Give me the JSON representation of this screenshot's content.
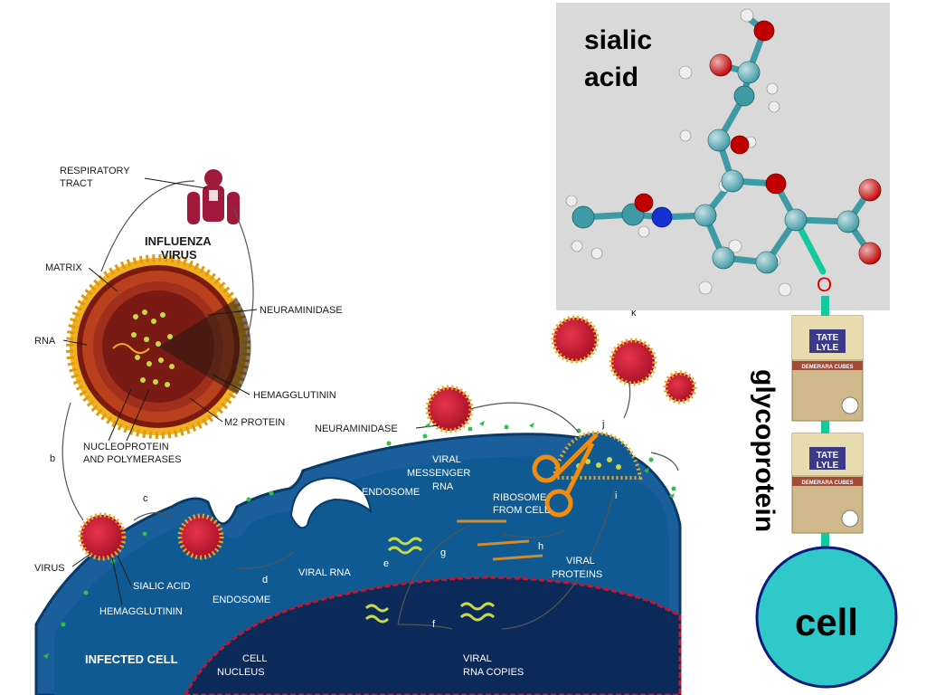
{
  "colors": {
    "cell_blue": "#0f5a93",
    "nucleus_navy": "#0b2a5a",
    "nucleus_border": "#c4172c",
    "virus_red": "#c8102e",
    "spike_orange": "#f0a820",
    "molecule_panel": "#d9d9d9",
    "carbon": "#3e9aa4",
    "oxygen": "#c00000",
    "nitrogen": "#1530d0",
    "hydrogen": "#eeeeee",
    "linker_teal": "#14c8a0",
    "cell_circle": "#2fc9c9",
    "cell_outline": "#0c1a7a"
  },
  "labels": {
    "respiratory_tract": [
      "RESPIRATORY",
      "TRACT"
    ],
    "influenza_virus": [
      "INFLUENZA",
      "VIRUS"
    ],
    "matrix": "MATRIX",
    "rna": "RNA",
    "neuraminidase_top": "NEURAMINIDASE",
    "hemagglutinin_top": "HEMAGGLUTININ",
    "m2_protein": "M2 PROTEIN",
    "nucleoprotein": [
      "NUCLEOPROTEIN",
      "AND POLYMERASES"
    ],
    "step_b": "b",
    "step_c": "c",
    "step_d": "d",
    "step_e": "e",
    "step_f": "f",
    "step_g": "g",
    "step_h": "h",
    "step_i": "i",
    "step_j": "j",
    "step_k": "k",
    "virus": "VIRUS",
    "sialic_acid_label": "SIALIC ACID",
    "hemagglutinin_bottom": "HEMAGGLUTININ",
    "endosome_bottom": "ENDOSOME",
    "endosome_top": "ENDOSOME",
    "viral_rna": "VIRAL RNA",
    "neuraminidase_mid": "NEURAMINIDASE",
    "viral_messenger_rna": [
      "VIRAL",
      "MESSENGER",
      "RNA"
    ],
    "ribosome": [
      "RIBOSOME",
      "FROM CELL"
    ],
    "viral_proteins": [
      "VIRAL",
      "PROTEINS"
    ],
    "infected_cell": "INFECTED CELL",
    "cell_nucleus": [
      "CELL",
      "NUCLEUS"
    ],
    "viral_rna_copies": [
      "VIRAL",
      "RNA COPIES"
    ]
  },
  "molecule": {
    "title": [
      "sialic",
      "acid"
    ],
    "oxygen_link": "O"
  },
  "glycoprotein": {
    "label": "glycoprotein",
    "pack_brand": [
      "TATE",
      "LYLE"
    ],
    "pack_product": "DEMERARA CUBES"
  },
  "cell": {
    "label": "cell"
  }
}
